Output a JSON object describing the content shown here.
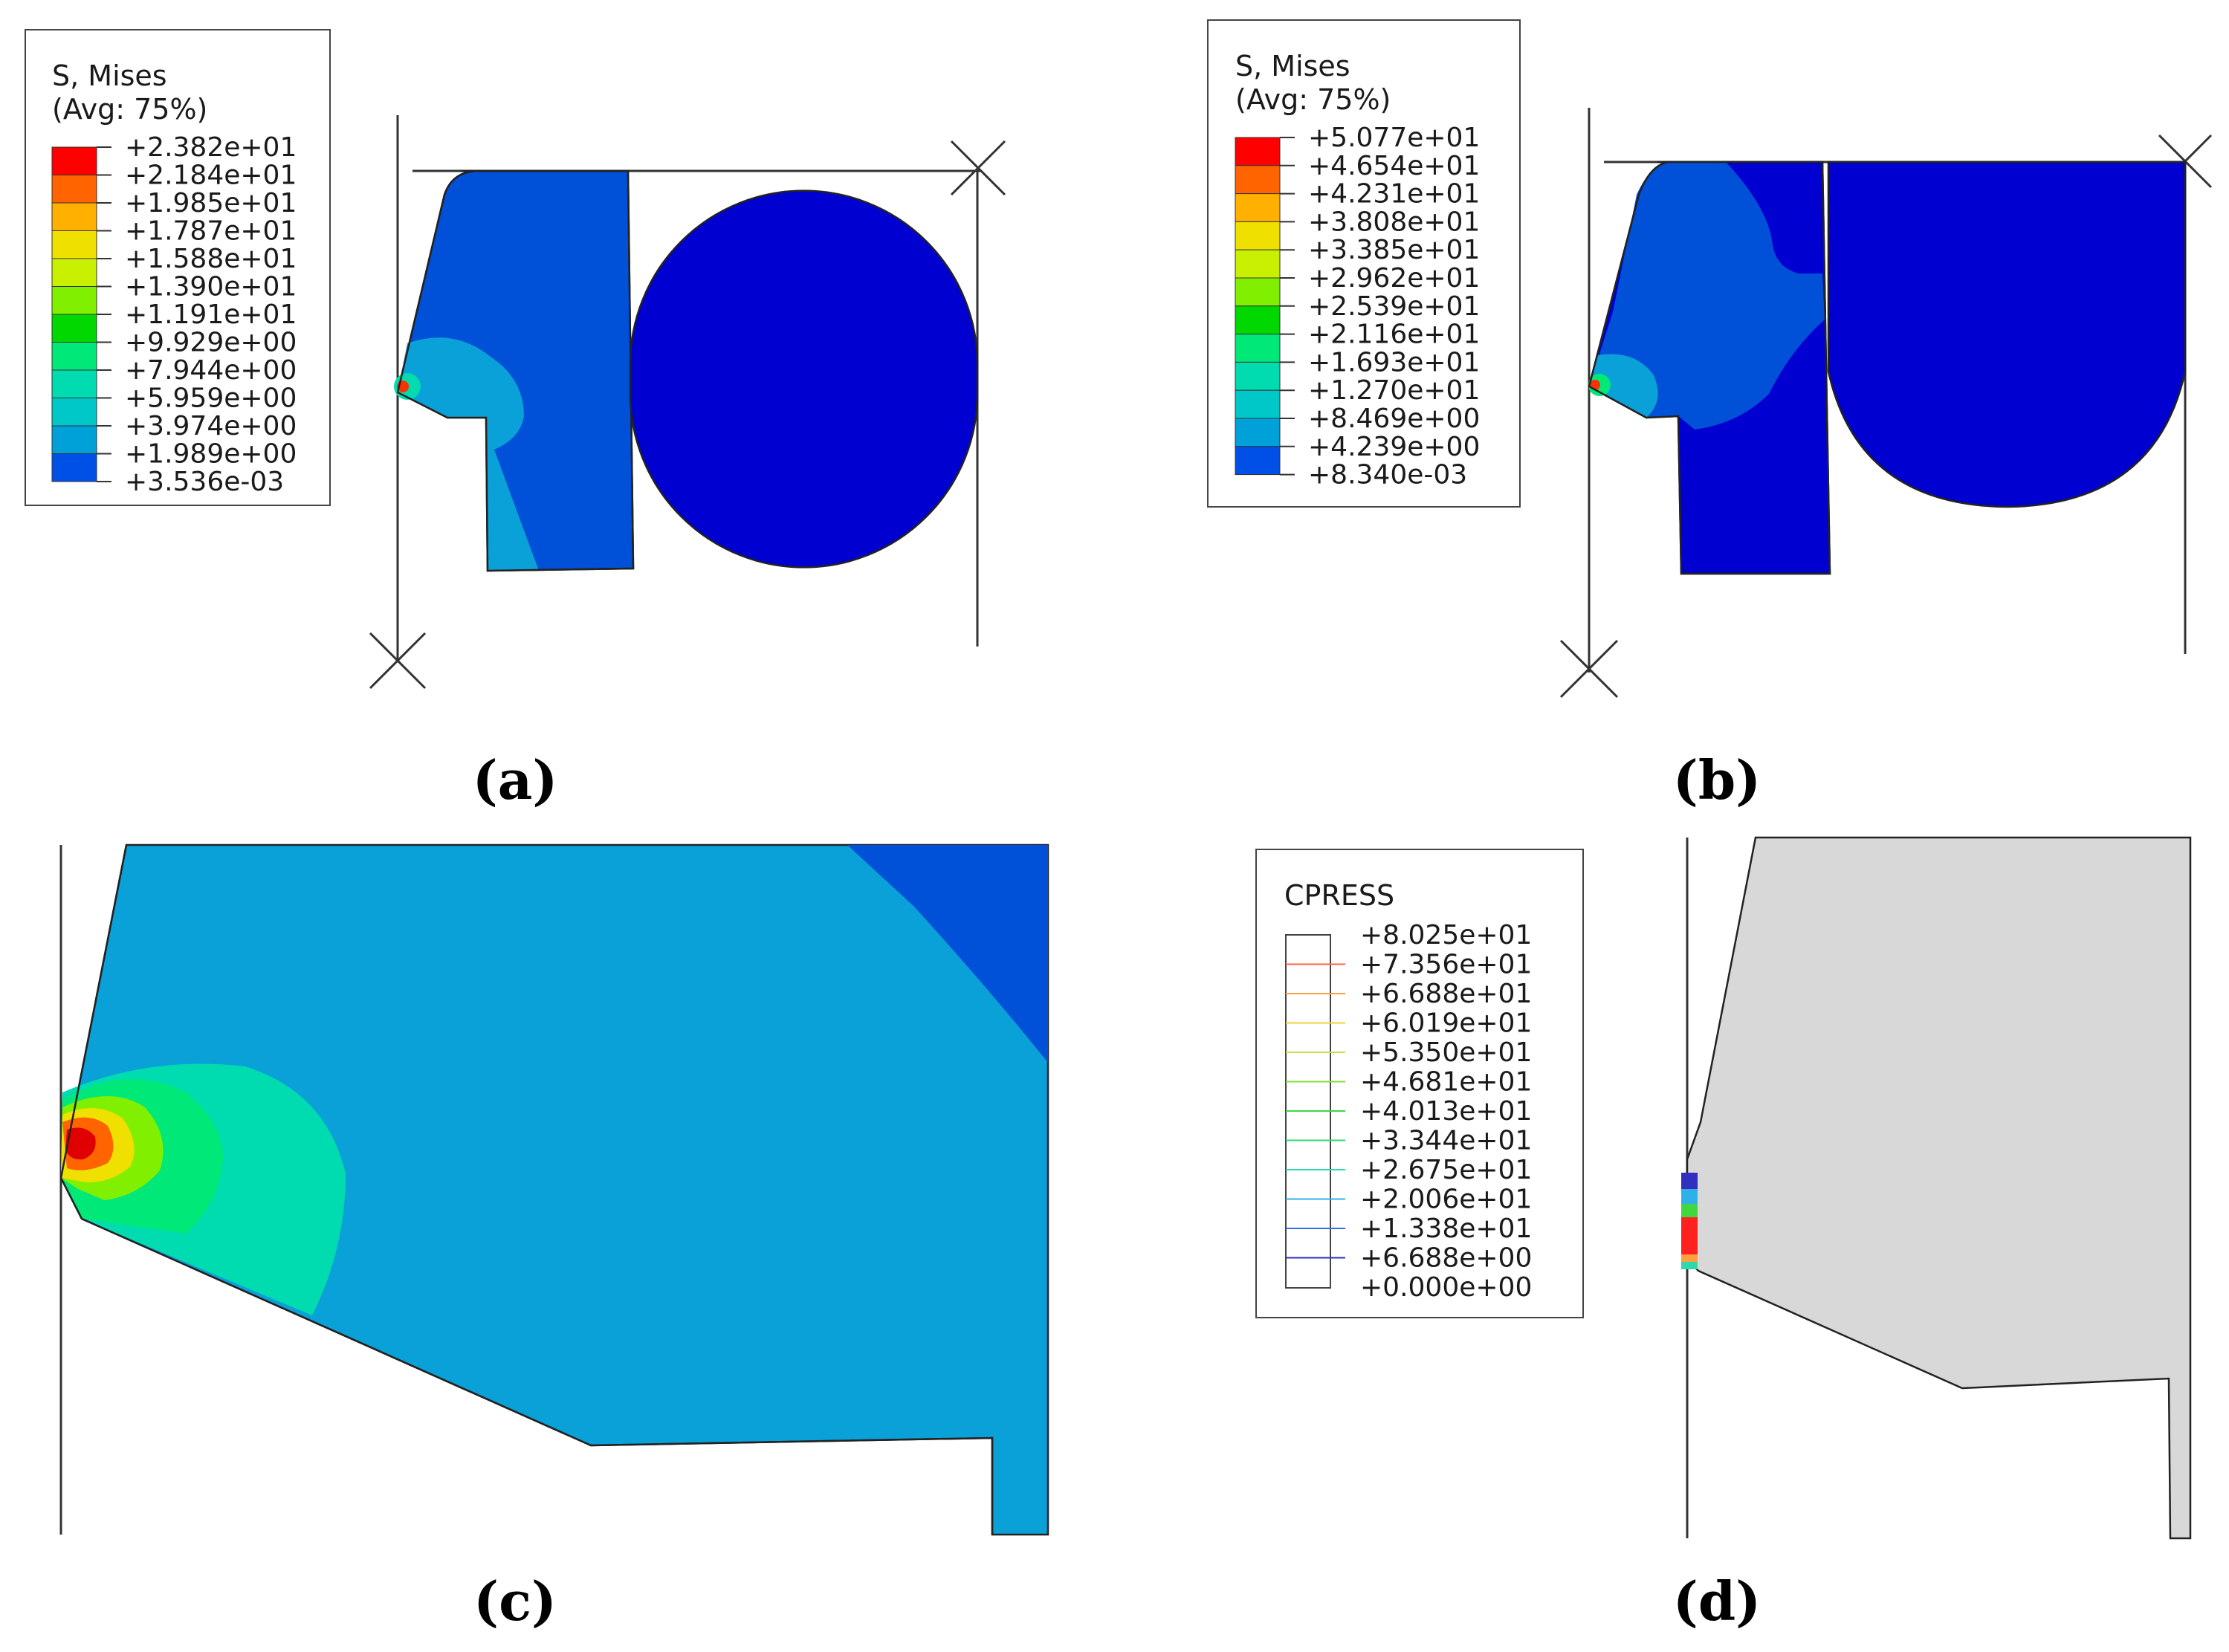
{
  "colors": {
    "mises_scale": [
      "#0000ff",
      "#0050e8",
      "#00a0d8",
      "#00c8c8",
      "#00dcb0",
      "#00e878",
      "#00d800",
      "#80f000",
      "#c8f000",
      "#f0e000",
      "#ffb000",
      "#ff6400",
      "#ff0000"
    ],
    "cpress_scale": [
      "#3030c0",
      "#3070e0",
      "#30b0e8",
      "#30d8b0",
      "#30d870",
      "#40d840",
      "#80e040",
      "#c8e040",
      "#f0d040",
      "#ffa040",
      "#ff6040",
      "#ff2020"
    ],
    "part_light": "#0aa0d8",
    "part_mid": "#0050d8",
    "part_dark": "#0000d0",
    "part_grey": "#d8d8d8"
  },
  "panels": {
    "a": {
      "caption": "(a)",
      "legend": {
        "title_line1": "S, Mises",
        "title_line2": "(Avg: 75%)",
        "values": [
          "+2.382e+01",
          "+2.184e+01",
          "+1.985e+01",
          "+1.787e+01",
          "+1.588e+01",
          "+1.390e+01",
          "+1.191e+01",
          "+9.929e+00",
          "+7.944e+00",
          "+5.959e+00",
          "+3.974e+00",
          "+1.989e+00",
          "+3.536e-03"
        ]
      }
    },
    "b": {
      "caption": "(b)",
      "legend": {
        "title_line1": "S, Mises",
        "title_line2": "(Avg: 75%)",
        "values": [
          "+5.077e+01",
          "+4.654e+01",
          "+4.231e+01",
          "+3.808e+01",
          "+3.385e+01",
          "+2.962e+01",
          "+2.539e+01",
          "+2.116e+01",
          "+1.693e+01",
          "+1.270e+01",
          "+8.469e+00",
          "+4.239e+00",
          "+8.340e-03"
        ]
      }
    },
    "c": {
      "caption": "(c)"
    },
    "d": {
      "caption": "(d)",
      "legend": {
        "title_line1": "CPRESS",
        "values": [
          "+8.025e+01",
          "+7.356e+01",
          "+6.688e+01",
          "+6.019e+01",
          "+5.350e+01",
          "+4.681e+01",
          "+4.013e+01",
          "+3.344e+01",
          "+2.675e+01",
          "+2.006e+01",
          "+1.338e+01",
          "+6.688e+00",
          "+0.000e+00"
        ]
      }
    }
  }
}
